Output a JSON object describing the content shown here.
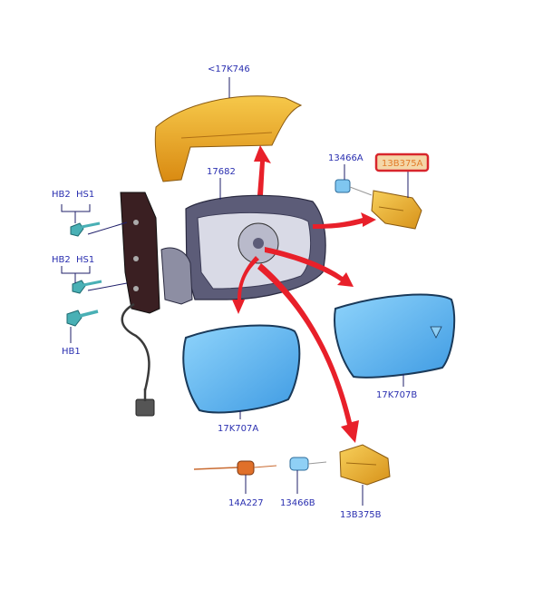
{
  "labels": {
    "cover": "<17K746",
    "housing": "17682",
    "bulb_a": "13466A",
    "lamp_a": "13B375A",
    "hb2_top": "HB2",
    "hs1_top": "HS1",
    "hb2_mid": "HB2",
    "hs1_mid": "HS1",
    "hb1": "HB1",
    "glass_a": "17K707A",
    "glass_b": "17K707B",
    "socket": "14A227",
    "bulb_b": "13466B",
    "lamp_b": "13B375B"
  },
  "colors": {
    "label": "#2a2fb0",
    "highlight_box": "#d8262c",
    "arrow": "#e8202a",
    "cover": "#e8a820",
    "glass": "#5fb8f0",
    "housing": "#4a4a6a"
  }
}
